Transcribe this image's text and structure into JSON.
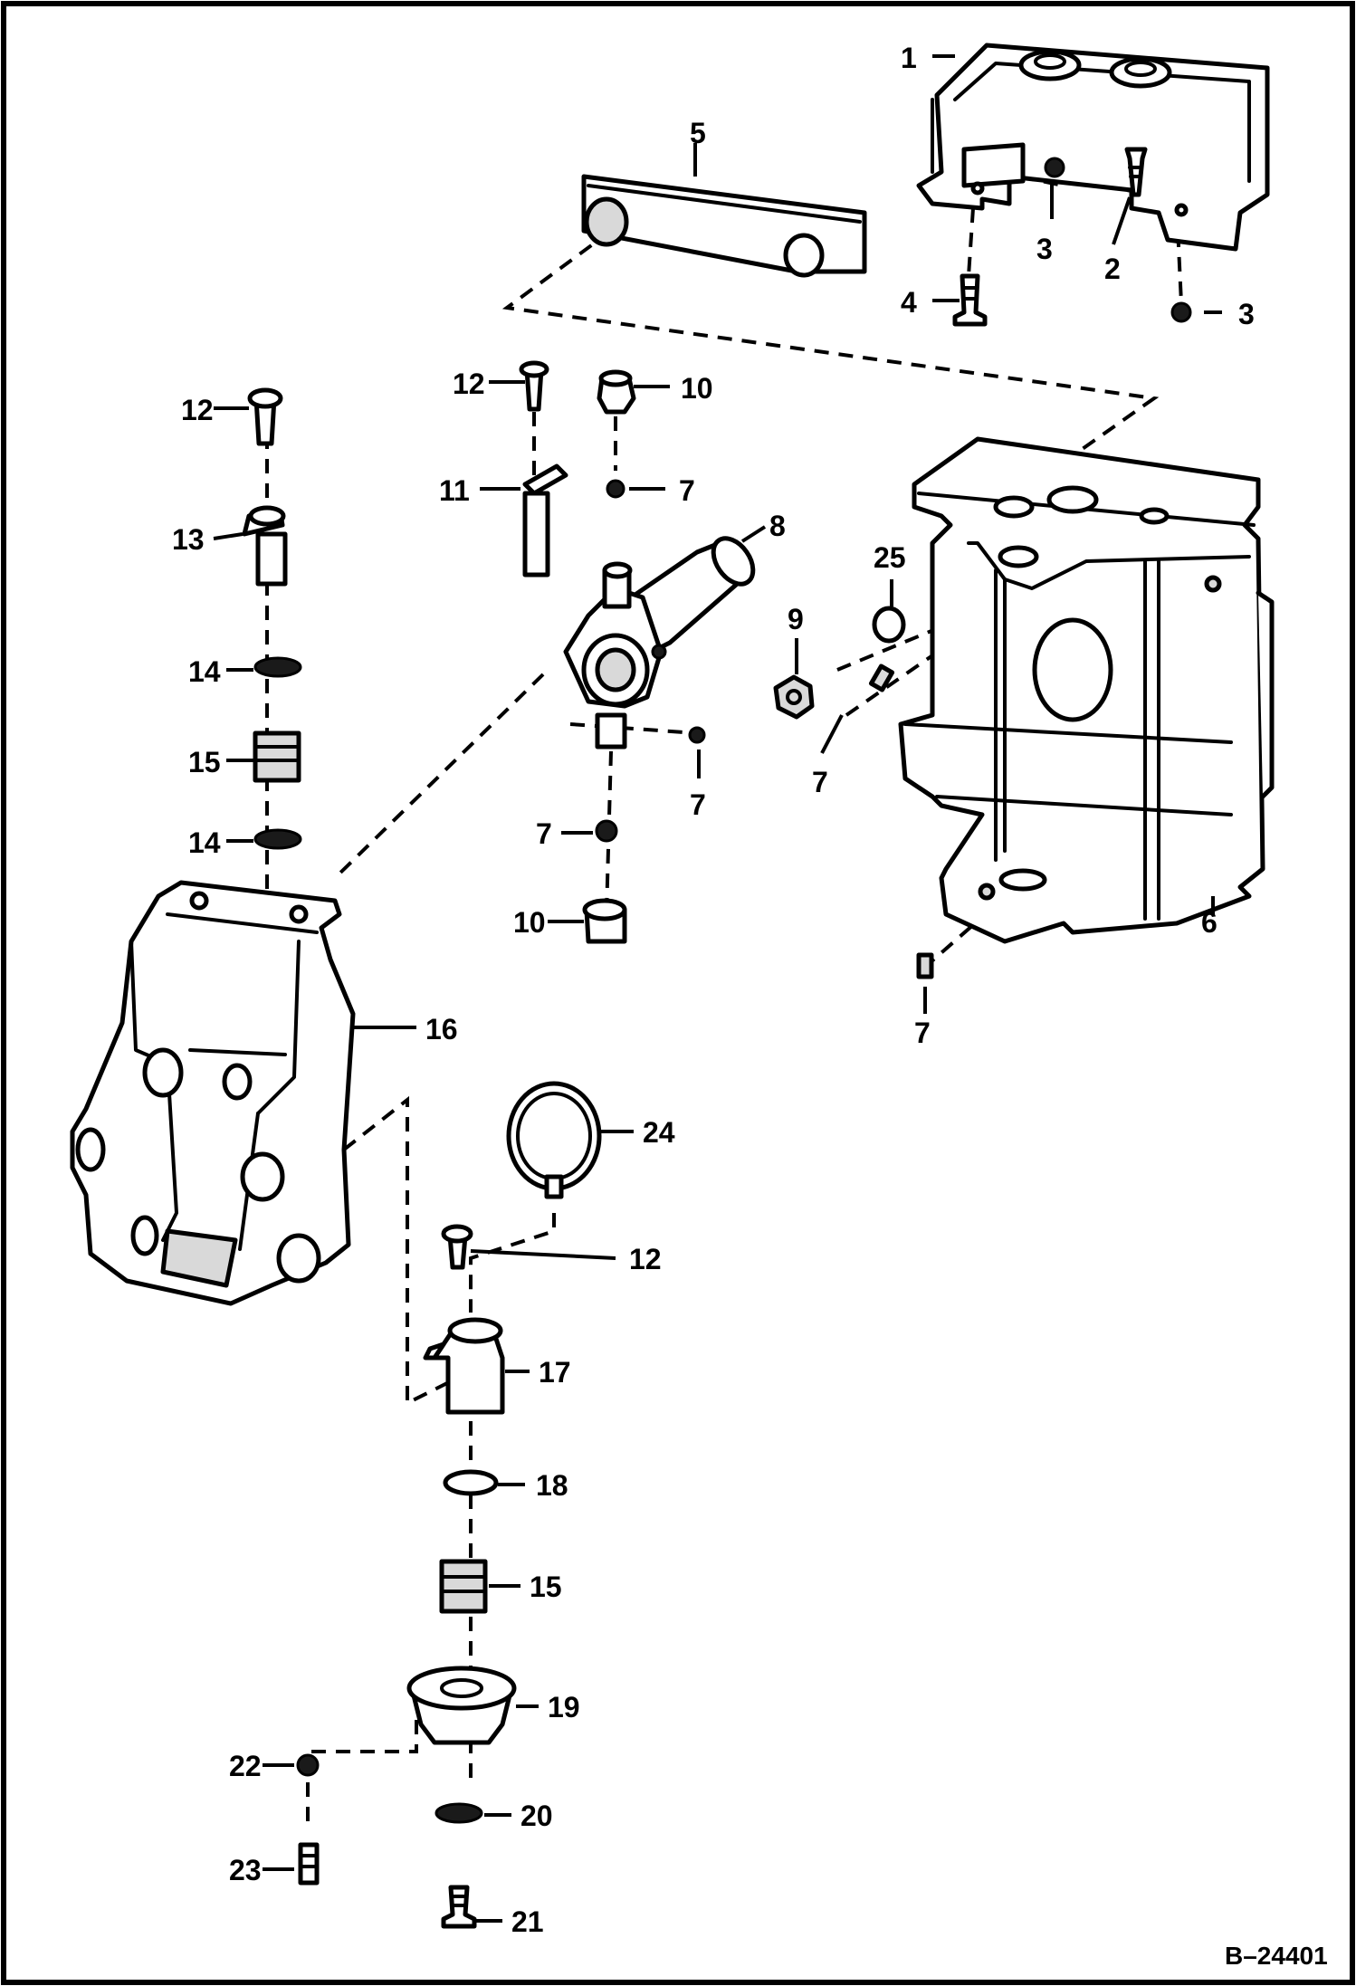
{
  "figure": {
    "reference": "B–24401"
  },
  "callouts": [
    {
      "id": "c1",
      "text": "1"
    },
    {
      "id": "c5",
      "text": "5"
    },
    {
      "id": "c3a",
      "text": "3"
    },
    {
      "id": "c2",
      "text": "2"
    },
    {
      "id": "c4",
      "text": "4"
    },
    {
      "id": "c3b",
      "text": "3"
    },
    {
      "id": "c12a",
      "text": "12"
    },
    {
      "id": "c12b",
      "text": "12"
    },
    {
      "id": "c10a",
      "text": "10"
    },
    {
      "id": "c11",
      "text": "11"
    },
    {
      "id": "c7a",
      "text": "7"
    },
    {
      "id": "c8",
      "text": "8"
    },
    {
      "id": "c13",
      "text": "13"
    },
    {
      "id": "c25",
      "text": "25"
    },
    {
      "id": "c9",
      "text": "9"
    },
    {
      "id": "c14a",
      "text": "14"
    },
    {
      "id": "c15a",
      "text": "15"
    },
    {
      "id": "c7b",
      "text": "7"
    },
    {
      "id": "c7c",
      "text": "7"
    },
    {
      "id": "c7d",
      "text": "7"
    },
    {
      "id": "c14b",
      "text": "14"
    },
    {
      "id": "c10b",
      "text": "10"
    },
    {
      "id": "c6",
      "text": "6"
    },
    {
      "id": "c7e",
      "text": "7"
    },
    {
      "id": "c16",
      "text": "16"
    },
    {
      "id": "c24",
      "text": "24"
    },
    {
      "id": "c12c",
      "text": "12"
    },
    {
      "id": "c17",
      "text": "17"
    },
    {
      "id": "c18",
      "text": "18"
    },
    {
      "id": "c15b",
      "text": "15"
    },
    {
      "id": "c19",
      "text": "19"
    },
    {
      "id": "c22",
      "text": "22"
    },
    {
      "id": "c20",
      "text": "20"
    },
    {
      "id": "c23",
      "text": "23"
    },
    {
      "id": "c21",
      "text": "21"
    }
  ]
}
